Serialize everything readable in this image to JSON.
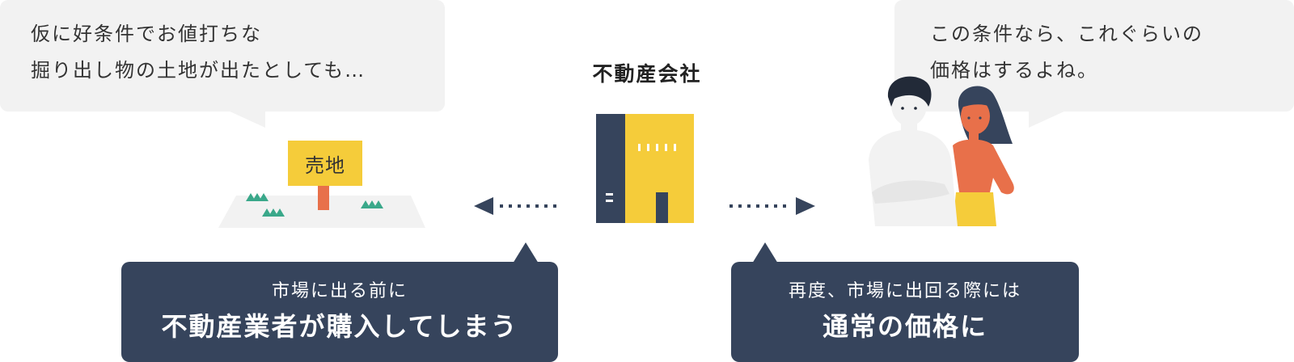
{
  "left_bubble": {
    "lines": [
      "仮に好条件でお値打ちな",
      "掘り出し物の土地が出たとしても…"
    ]
  },
  "right_bubble": {
    "lines": [
      "この条件なら、これぐらいの",
      "価格はするよね。"
    ]
  },
  "company": {
    "label": "不動産会社"
  },
  "land_sign": {
    "label": "売地"
  },
  "bottom_left": {
    "line1": "市場に出る前に",
    "line2": "不動産業者が購入してしまう"
  },
  "bottom_right": {
    "line1": "再度、市場に出回る際には",
    "line2": "通常の価格に"
  },
  "colors": {
    "navy": "#36445c",
    "yellow": "#f5cc3a",
    "orange": "#e8704a",
    "green": "#3aa88a",
    "light_gray": "#f2f2f2"
  }
}
